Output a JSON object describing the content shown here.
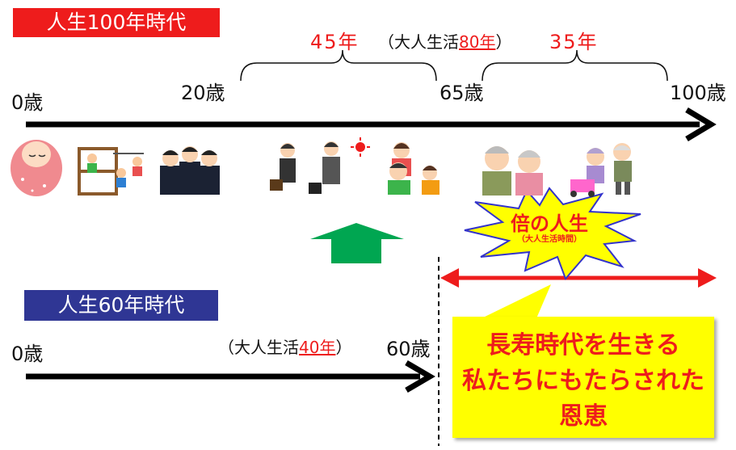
{
  "era100": {
    "title": "人生100年時代",
    "ages": [
      "0歳",
      "20歳",
      "65歳",
      "100歳"
    ],
    "adult_years": "45年",
    "adult_note_prefix": "（大人生活",
    "adult_note_value": "80年",
    "adult_note_suffix": "）",
    "senior_years": "35年"
  },
  "era60": {
    "title": "人生60年時代",
    "ages": [
      "0歳",
      "60歳"
    ],
    "adult_note_prefix": "（大人生活",
    "adult_note_value": "40年",
    "adult_note_suffix": "）"
  },
  "burst": {
    "main": "倍の人生",
    "sub": "（大人生活時間）"
  },
  "callout": {
    "lines": [
      "長寿時代を生きる",
      "私たちにもたらされた",
      "恩恵"
    ]
  },
  "colors": {
    "red": "#ee1c1c",
    "navy": "#2f3694",
    "yellow": "#ffff00",
    "green": "#00a651"
  },
  "illustrations": [
    "baby-icon",
    "playground-children-icon",
    "students-icon",
    "commuting-workers-icon",
    "family-icon",
    "elderly-couple-icon",
    "elderly-walking-icon"
  ]
}
